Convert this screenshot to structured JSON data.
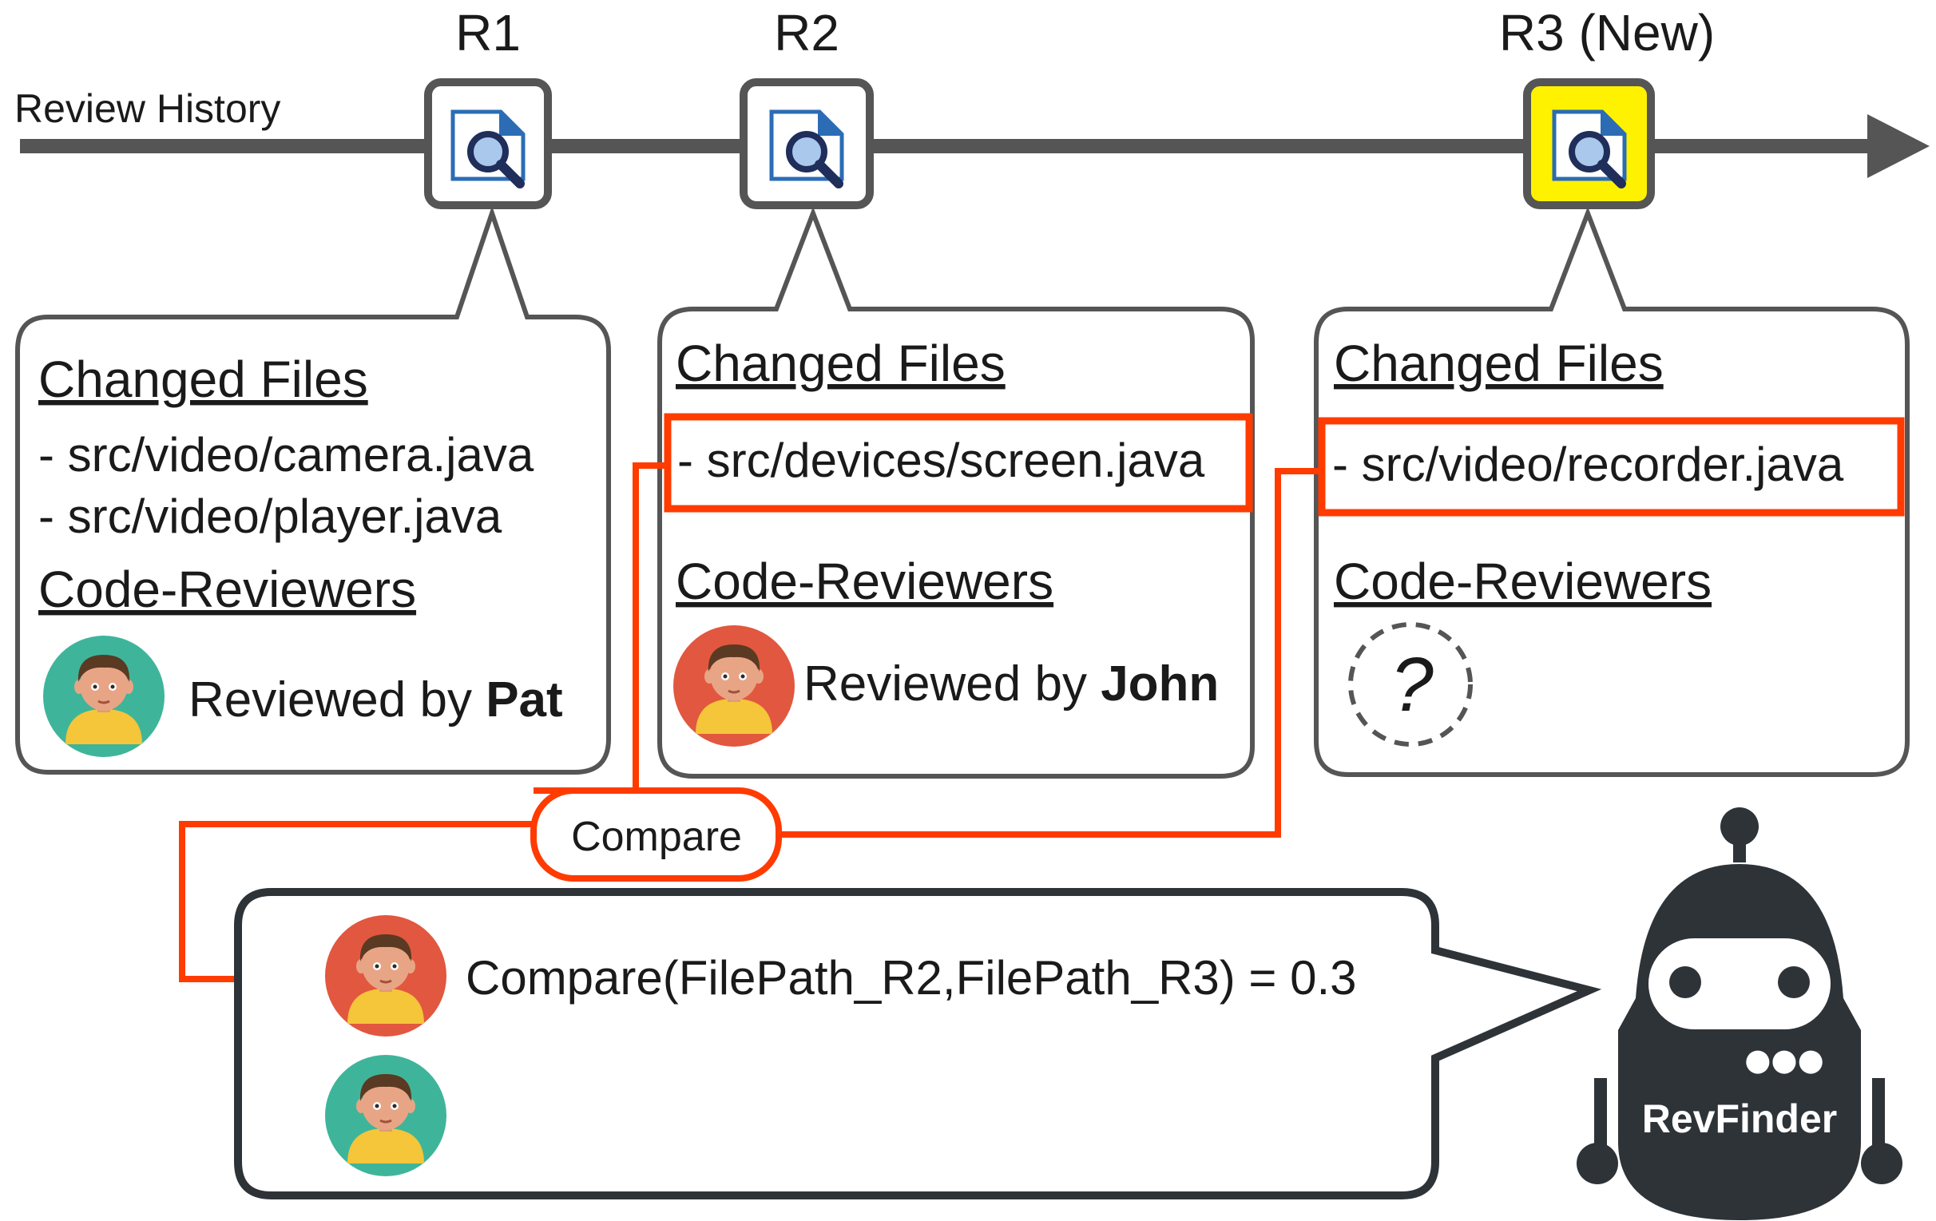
{
  "timeline": {
    "label": "Review History",
    "reviews": [
      {
        "id": "R1",
        "label": "R1",
        "highlighted": false
      },
      {
        "id": "R2",
        "label": "R2",
        "highlighted": false
      },
      {
        "id": "R3",
        "label": "R3 (New)",
        "highlighted": true
      }
    ]
  },
  "cards": [
    {
      "files_heading": "Changed Files",
      "files": [
        "- src/video/camera.java",
        "- src/video/player.java"
      ],
      "reviewers_heading": "Code-Reviewers",
      "reviewed_prefix": "Reviewed by ",
      "reviewer": "Pat"
    },
    {
      "files_heading": "Changed Files",
      "files": [
        "- src/devices/screen.java"
      ],
      "reviewers_heading": "Code-Reviewers",
      "reviewed_prefix": "Reviewed by ",
      "reviewer": "John"
    },
    {
      "files_heading": "Changed Files",
      "files": [
        "- src/video/recorder.java"
      ],
      "reviewers_heading": "Code-Reviewers",
      "unknown_reviewer_symbol": "?"
    }
  ],
  "compare": {
    "label": "Compare",
    "result": "Compare(FilePath_R2,FilePath_R3) = 0.3"
  },
  "bot": {
    "name": "RevFinder",
    "dots": "●●●"
  },
  "colors": {
    "highlight_red": "#ff3b00",
    "review_yellow": "#fff200",
    "frame_gray": "#555555",
    "avatar_green": "#3eb59a",
    "avatar_red": "#e2573f",
    "shirt_yellow": "#f5c53a",
    "bot_dark": "#2e3338",
    "doc_blue": "#2b6cb5"
  }
}
